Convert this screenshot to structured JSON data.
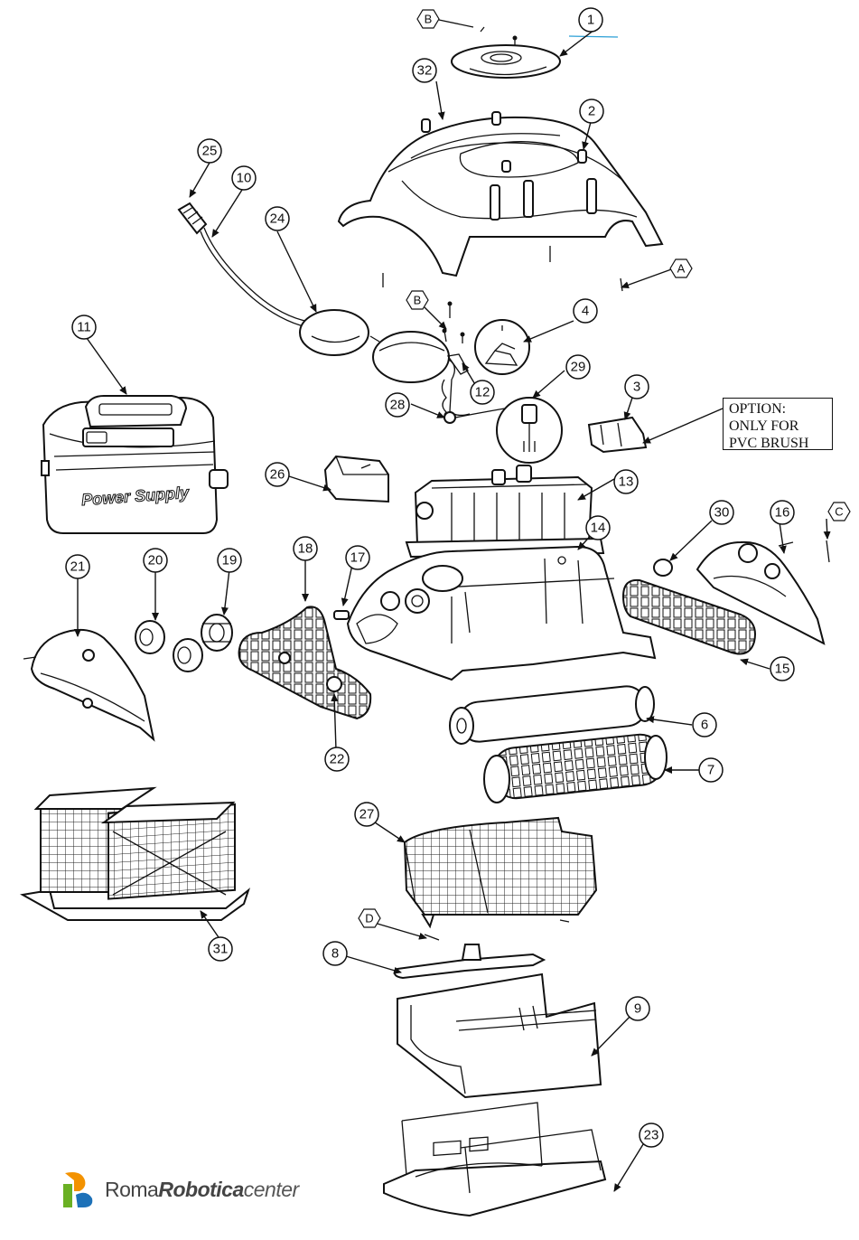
{
  "callouts": [
    {
      "id": "1",
      "label": "1"
    },
    {
      "id": "2",
      "label": "2"
    },
    {
      "id": "3",
      "label": "3"
    },
    {
      "id": "4",
      "label": "4"
    },
    {
      "id": "6",
      "label": "6"
    },
    {
      "id": "7",
      "label": "7"
    },
    {
      "id": "8",
      "label": "8"
    },
    {
      "id": "9",
      "label": "9"
    },
    {
      "id": "10",
      "label": "10"
    },
    {
      "id": "11",
      "label": "11"
    },
    {
      "id": "12",
      "label": "12"
    },
    {
      "id": "13",
      "label": "13"
    },
    {
      "id": "14",
      "label": "14"
    },
    {
      "id": "15",
      "label": "15"
    },
    {
      "id": "16",
      "label": "16"
    },
    {
      "id": "17",
      "label": "17"
    },
    {
      "id": "18",
      "label": "18"
    },
    {
      "id": "19",
      "label": "19"
    },
    {
      "id": "20",
      "label": "20"
    },
    {
      "id": "21",
      "label": "21"
    },
    {
      "id": "22",
      "label": "22"
    },
    {
      "id": "23",
      "label": "23"
    },
    {
      "id": "24",
      "label": "24"
    },
    {
      "id": "25",
      "label": "25"
    },
    {
      "id": "26",
      "label": "26"
    },
    {
      "id": "27",
      "label": "27"
    },
    {
      "id": "28",
      "label": "28"
    },
    {
      "id": "29",
      "label": "29"
    },
    {
      "id": "30",
      "label": "30"
    },
    {
      "id": "31",
      "label": "31"
    },
    {
      "id": "32",
      "label": "32"
    }
  ],
  "hardware_tags": [
    {
      "id": "B1",
      "label": "B"
    },
    {
      "id": "A",
      "label": "A"
    },
    {
      "id": "B2",
      "label": "B"
    },
    {
      "id": "C",
      "label": "C"
    },
    {
      "id": "D",
      "label": "D"
    }
  ],
  "option_note": {
    "line1": "OPTION:",
    "line2": "ONLY FOR",
    "line3": "PVC BRUSH"
  },
  "power_supply_label": "Power Supply",
  "brand": {
    "roma": "Roma",
    "robotica": "Robotica",
    "center": "center"
  },
  "colors": {
    "logo_orange": "#f39200",
    "logo_green": "#6ab023",
    "logo_blue": "#1d71b8",
    "accent_line": "#2a9fd6"
  }
}
